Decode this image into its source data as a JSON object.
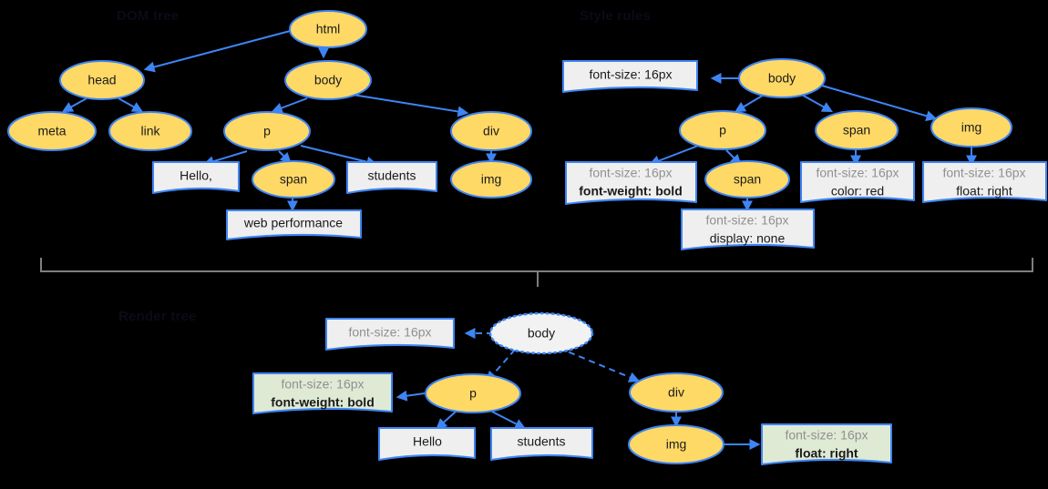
{
  "diagram": {
    "background": "#000000",
    "accent_border": "#3d85f4",
    "node_fill": "#ffd966",
    "box_fill": "#efefef",
    "box_fill_green": "#dfead4",
    "brace_color": "#7f7f7f",
    "muted_text": "#909090"
  },
  "sections": {
    "dom_tree": {
      "title": "DOM tree"
    },
    "style_rules": {
      "title": "Style rules"
    },
    "render_tree": {
      "title": "Render tree"
    }
  },
  "dom_tree": {
    "nodes": {
      "html": "html",
      "head": "head",
      "body": "body",
      "meta": "meta",
      "link": "link",
      "p": "p",
      "div": "div",
      "span": "span",
      "img": "img"
    },
    "text_boxes": {
      "hello": "Hello,",
      "students": "students",
      "web_performance": "web performance"
    }
  },
  "style_rules": {
    "nodes": {
      "body": "body",
      "p": "p",
      "span_child": "span",
      "span_sibling": "span",
      "img": "img"
    },
    "declarations": {
      "body_box": {
        "line1": "font-size: 16px"
      },
      "p_box": {
        "line1": "font-size: 16px",
        "line2": "font-weight: bold"
      },
      "span_child_box": {
        "line1": "font-size: 16px",
        "line2": "display: none"
      },
      "span_sibling_box": {
        "line1": "font-size: 16px",
        "line2": "color: red"
      },
      "img_box": {
        "line1": "font-size: 16px",
        "line2": "float: right"
      }
    }
  },
  "render_tree": {
    "nodes": {
      "body": "body",
      "p": "p",
      "div": "div",
      "img": "img"
    },
    "text_boxes": {
      "hello": "Hello",
      "students": "students"
    },
    "declarations": {
      "body_box": {
        "line1": "font-size: 16px"
      },
      "p_box": {
        "line1": "font-size: 16px",
        "line2": "font-weight: bold"
      },
      "img_box": {
        "line1": "font-size: 16px",
        "line2": "float: right"
      }
    }
  }
}
